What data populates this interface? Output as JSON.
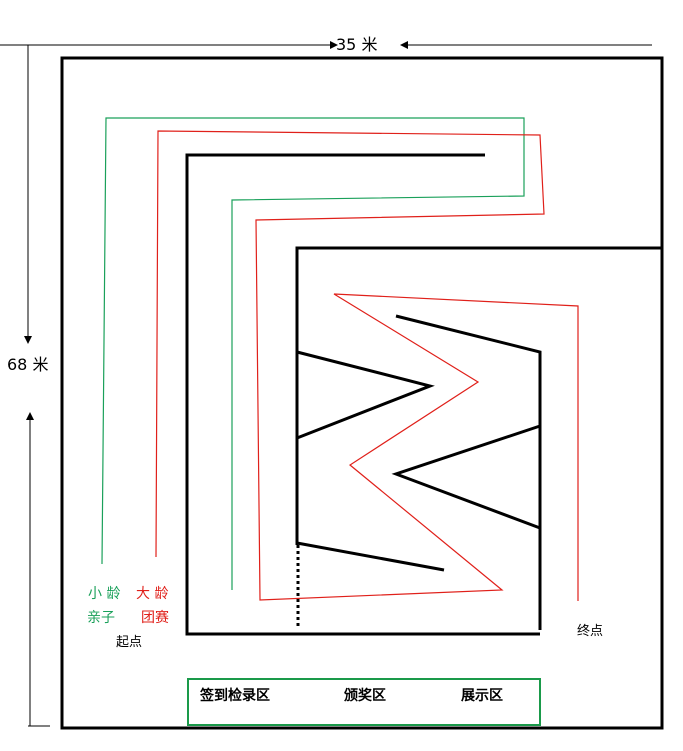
{
  "dimensions": {
    "width_label": "35 米",
    "height_label": "68 米"
  },
  "routes": {
    "green": {
      "line1": "小 龄",
      "line2": "亲子"
    },
    "red": {
      "line1": "大 龄",
      "line2": "团赛"
    }
  },
  "start_label": "起点",
  "end_label": "终点",
  "bottom_zone": {
    "items": [
      "签到检录区",
      "颁奖区",
      "展示区"
    ]
  },
  "colors": {
    "green": "#1aa05a",
    "red": "#e0201a",
    "black": "#000000",
    "zone_border": "#1a9a4a"
  }
}
